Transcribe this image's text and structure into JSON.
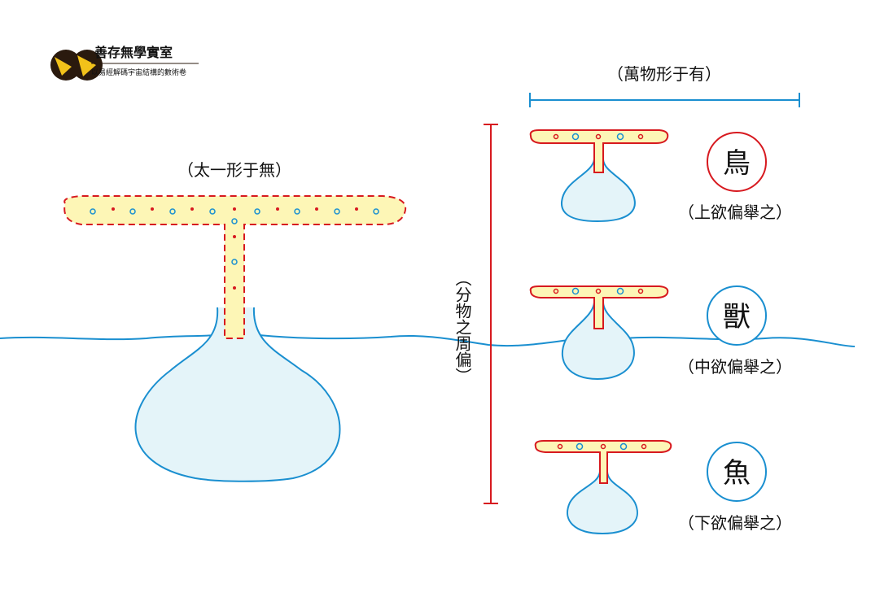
{
  "logo": {
    "title": "善存無學實室",
    "subtitle": "以易經解碼宇宙結構的數術卷"
  },
  "labels": {
    "taiyi": "（太一形于無）",
    "wanwu": "（萬物形于有）",
    "fenwu": "（分物之周偏）"
  },
  "animals": [
    {
      "char": "鳥",
      "caption": "（上欲偏舉之）",
      "color": "#d7191f"
    },
    {
      "char": "獸",
      "caption": "（中欲偏舉之）",
      "color": "#1a8fd0"
    },
    {
      "char": "魚",
      "caption": "（下欲偏舉之）",
      "color": "#1a8fd0"
    }
  ],
  "colors": {
    "red": "#d7191f",
    "blue": "#1a8fd0",
    "yellow_fill": "#fdf6b6",
    "bulb_fill": "#e4f4f9"
  }
}
